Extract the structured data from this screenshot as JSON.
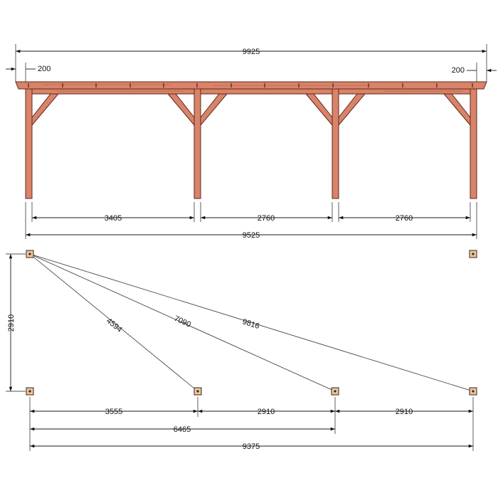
{
  "elevation": {
    "overall_length": "9925",
    "overhang_left": "200",
    "overhang_right": "200",
    "span_1": "3405",
    "span_2": "2760",
    "span_3": "2760",
    "post_to_post_total": "9525"
  },
  "plan": {
    "depth": "2910",
    "diagonal_1": "4594",
    "diagonal_2": "7090",
    "diagonal_3": "9816",
    "bay_1": "3555",
    "bay_2": "2910",
    "bay_3": "2910",
    "cumulative_2": "6465",
    "total": "9375"
  },
  "colors": {
    "wood": "#d9836a",
    "wood_outline": "#5a2a16",
    "footing": "#e8c7a0"
  }
}
